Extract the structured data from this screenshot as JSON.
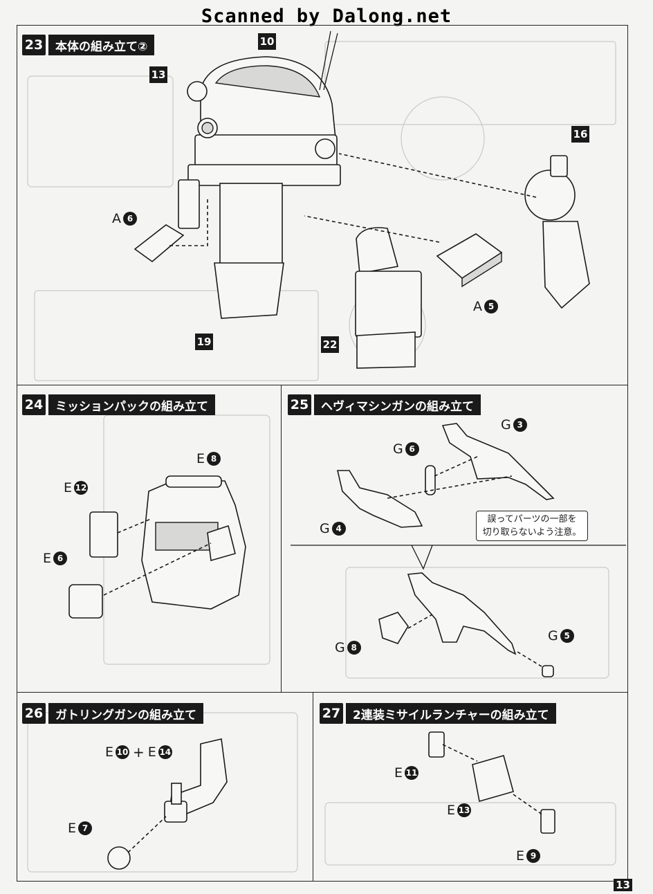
{
  "watermark": "Scanned by Dalong.net",
  "steps": [
    {
      "number": "23",
      "title": "本体の組み立て②"
    },
    {
      "number": "24",
      "title": "ミッションパックの組み立て"
    },
    {
      "number": "25",
      "title": "ヘヴィマシンガンの組み立て"
    },
    {
      "number": "26",
      "title": "ガトリングガンの組み立て"
    },
    {
      "number": "27",
      "title": "2連装ミサイルランチャーの組み立て"
    }
  ],
  "subassembly_tags": [
    "10",
    "13",
    "16",
    "19",
    "22"
  ],
  "parts": {
    "step23": [
      {
        "runner": "A",
        "num": "6"
      },
      {
        "runner": "A",
        "num": "5"
      }
    ],
    "step24": [
      {
        "runner": "E",
        "num": "8"
      },
      {
        "runner": "E",
        "num": "12"
      },
      {
        "runner": "E",
        "num": "6"
      }
    ],
    "step25": [
      {
        "runner": "G",
        "num": "3"
      },
      {
        "runner": "G",
        "num": "6"
      },
      {
        "runner": "G",
        "num": "4"
      },
      {
        "runner": "G",
        "num": "8"
      },
      {
        "runner": "G",
        "num": "5"
      }
    ],
    "step26": {
      "combo": {
        "a_runner": "E",
        "a_num": "10",
        "plus": "+",
        "b_runner": "E",
        "b_num": "14"
      },
      "single": {
        "runner": "E",
        "num": "7"
      }
    },
    "step27": [
      {
        "runner": "E",
        "num": "11"
      },
      {
        "runner": "E",
        "num": "13"
      },
      {
        "runner": "E",
        "num": "9"
      }
    ]
  },
  "note": {
    "line1": "誤ってパーツの一部を",
    "line2": "切り取らないよう注意。"
  },
  "page_number": "13"
}
